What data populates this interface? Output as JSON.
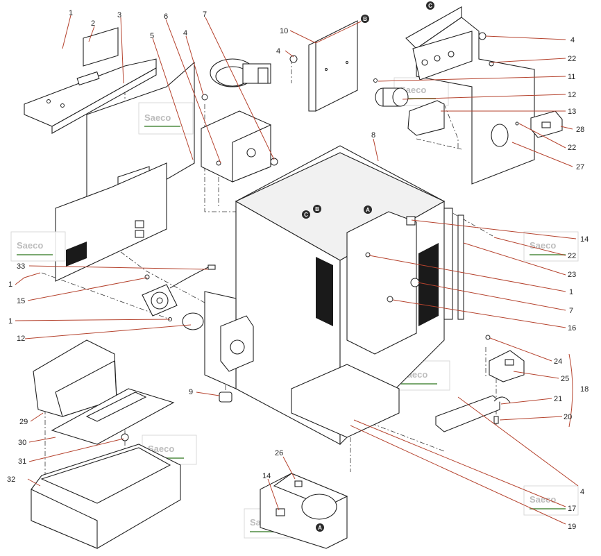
{
  "watermark": "Saeco",
  "callouts": {
    "c1a": "1",
    "c2": "2",
    "c3": "3",
    "c4a": "4",
    "c5": "5",
    "c6": "6",
    "c7a": "7",
    "c10": "10",
    "c4b": "4",
    "c4c": "4",
    "c22a": "22",
    "c11": "11",
    "c12a": "12",
    "c13": "13",
    "c28": "28",
    "c22b": "22",
    "c27": "27",
    "c8": "8",
    "c14a": "14",
    "c22c": "22",
    "c23": "23",
    "c1b": "1",
    "c7b": "7",
    "c16": "16",
    "c33": "33",
    "c1c": "1",
    "c15": "15",
    "c1d": "1",
    "c12b": "12",
    "c24": "24",
    "c25": "25",
    "c18": "18",
    "c21": "21",
    "c20": "20",
    "c9": "9",
    "c29": "29",
    "c30": "30",
    "c31": "31",
    "c32": "32",
    "c26": "26",
    "c14b": "14",
    "c4d": "4",
    "c17": "17",
    "c19": "19"
  },
  "reference_markers": {
    "A": "A",
    "B": "B",
    "C": "C"
  }
}
